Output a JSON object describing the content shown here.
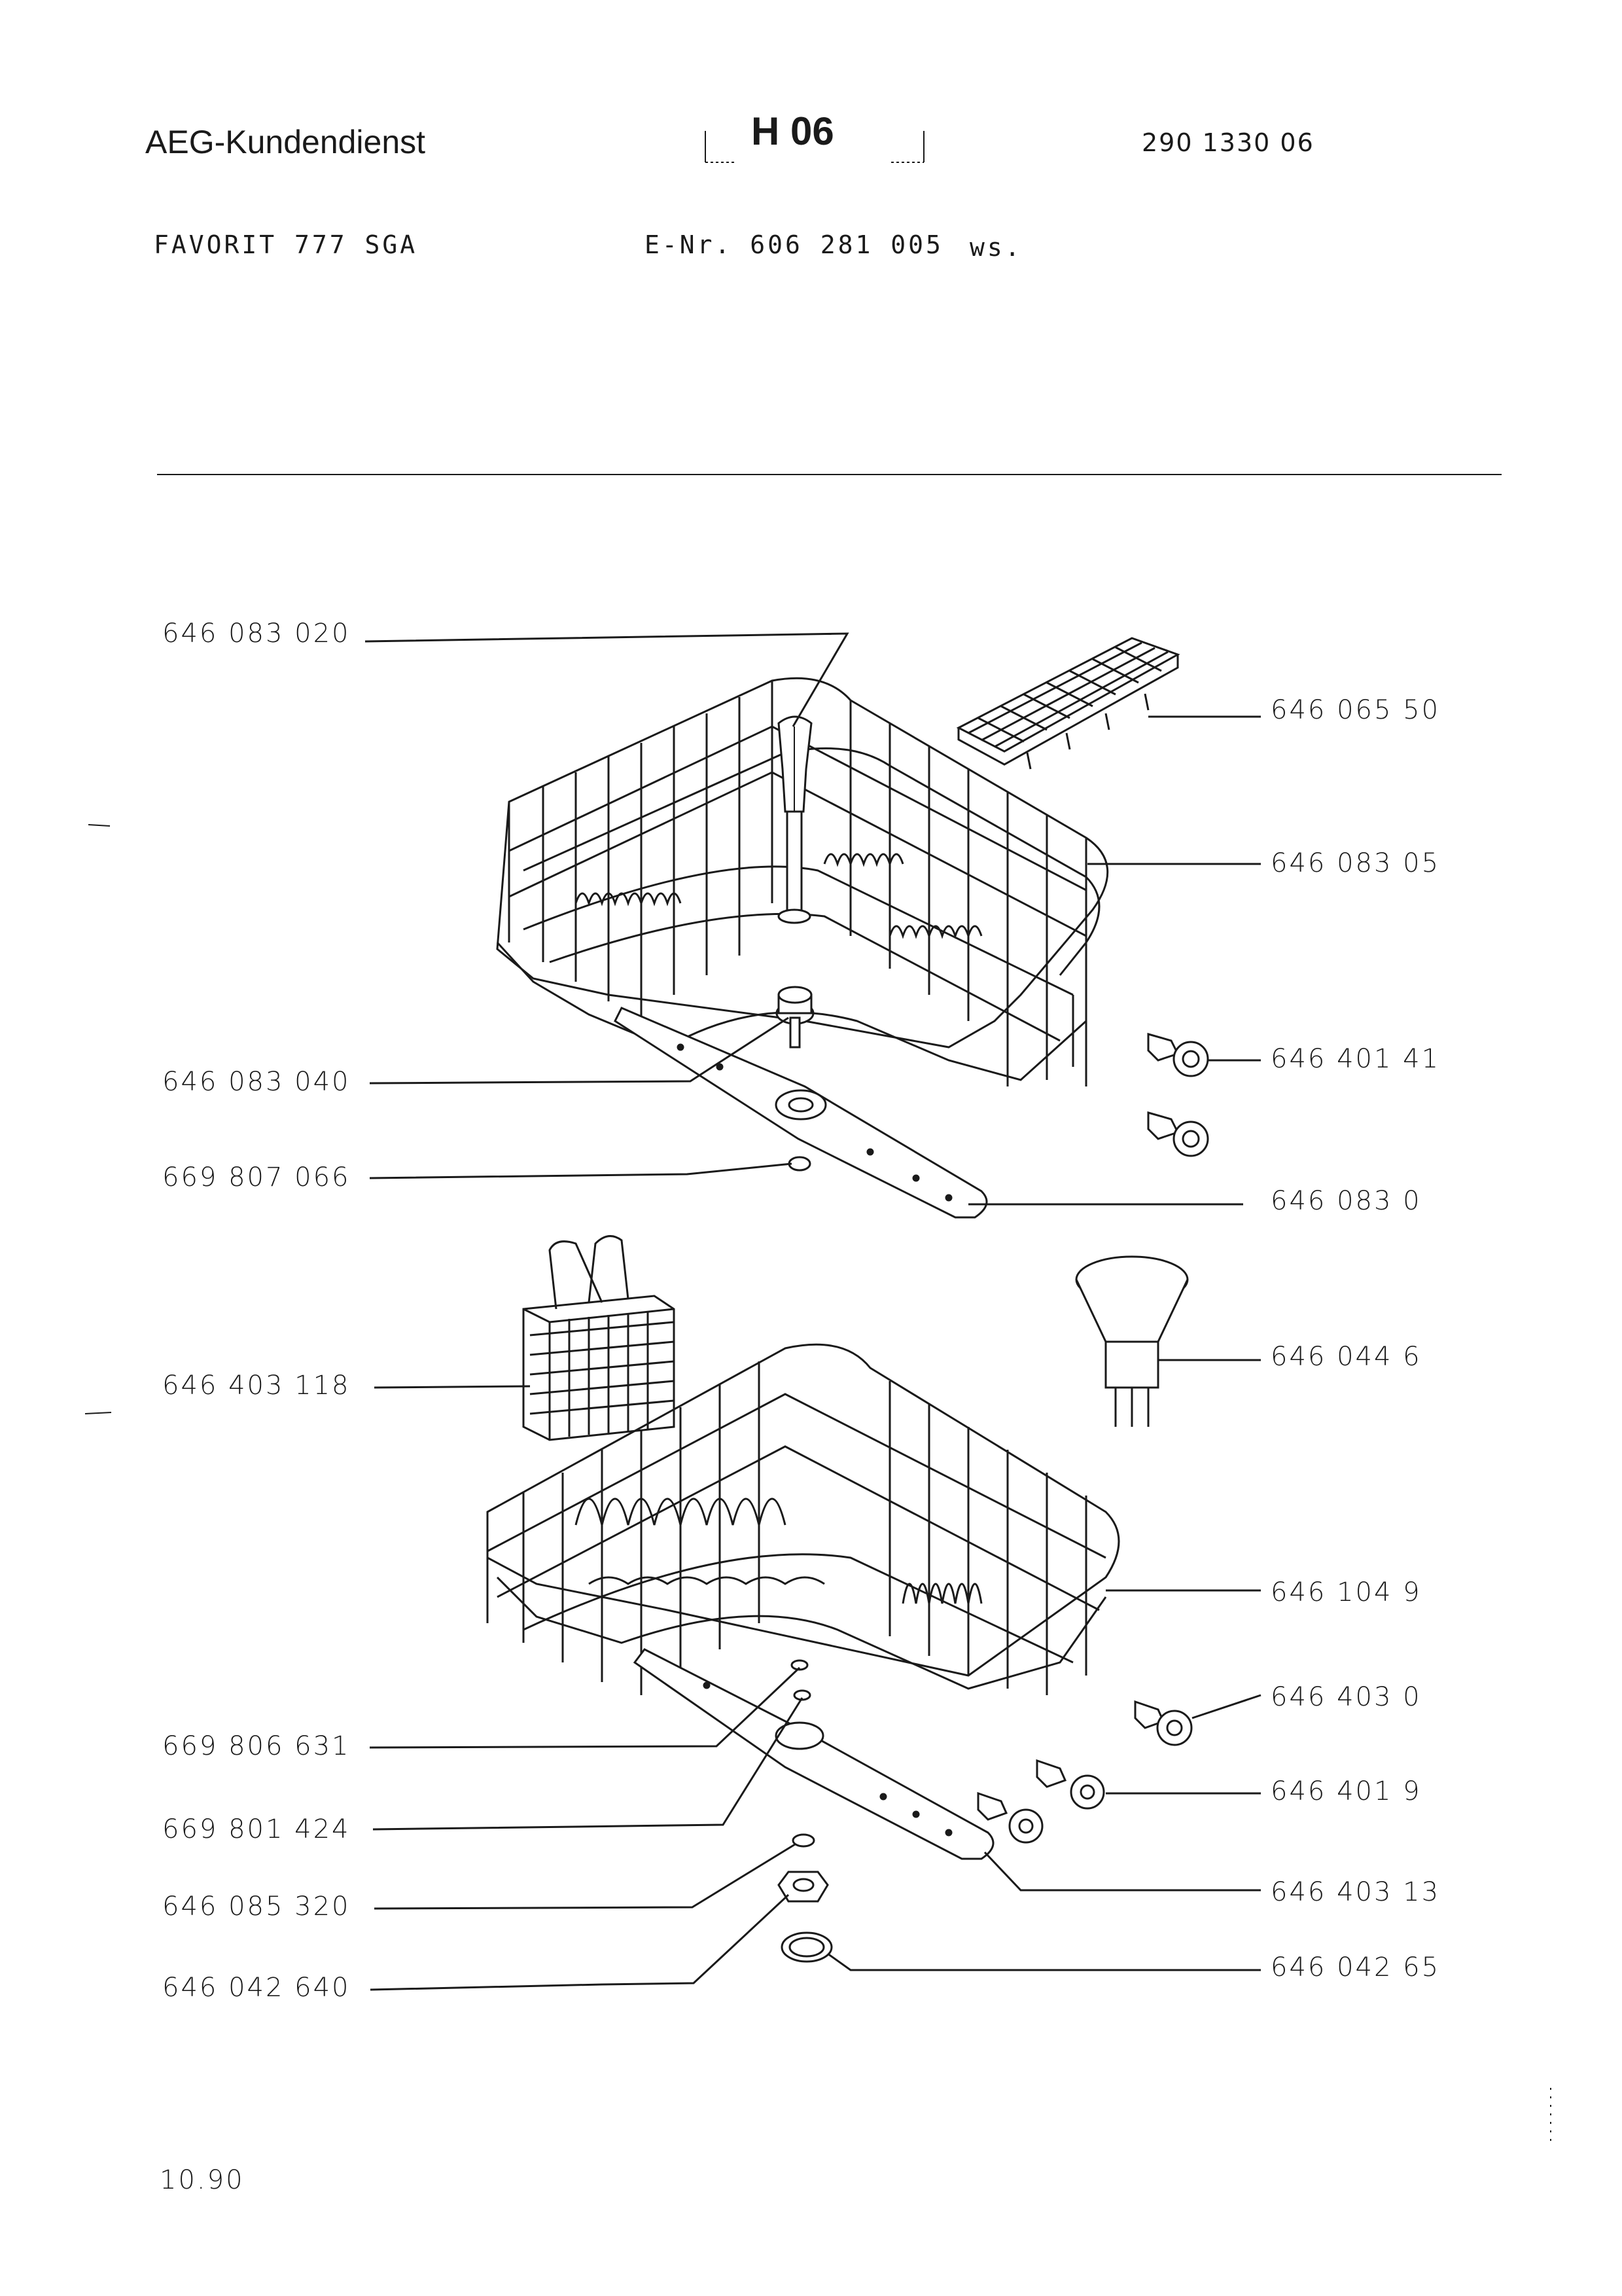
{
  "header": {
    "brand": "AEG-Kundendienst",
    "section_code": "H 06",
    "document_number": "290 1330 06",
    "model": "FAVORIT  777  SGA",
    "e_number": "E-Nr. 606 281 005",
    "color_code": "ws."
  },
  "parts_left": [
    {
      "number": "646 083 020"
    },
    {
      "number": "646 083 040"
    },
    {
      "number": "669 807 066"
    },
    {
      "number": "646 403 118"
    },
    {
      "number": "669 806 631"
    },
    {
      "number": "669 801 424"
    },
    {
      "number": "646 085 320"
    },
    {
      "number": "646 042 640"
    }
  ],
  "parts_right": [
    {
      "number": "646 065 50"
    },
    {
      "number": "646 083 05"
    },
    {
      "number": "646 401 41"
    },
    {
      "number": "646 083 0"
    },
    {
      "number": "646 044 6"
    },
    {
      "number": "646 104 9"
    },
    {
      "number": "646 403 0"
    },
    {
      "number": "646 401 9"
    },
    {
      "number": "646 403 13"
    },
    {
      "number": "646 042 65"
    }
  ],
  "footer": {
    "date": "10.90"
  }
}
